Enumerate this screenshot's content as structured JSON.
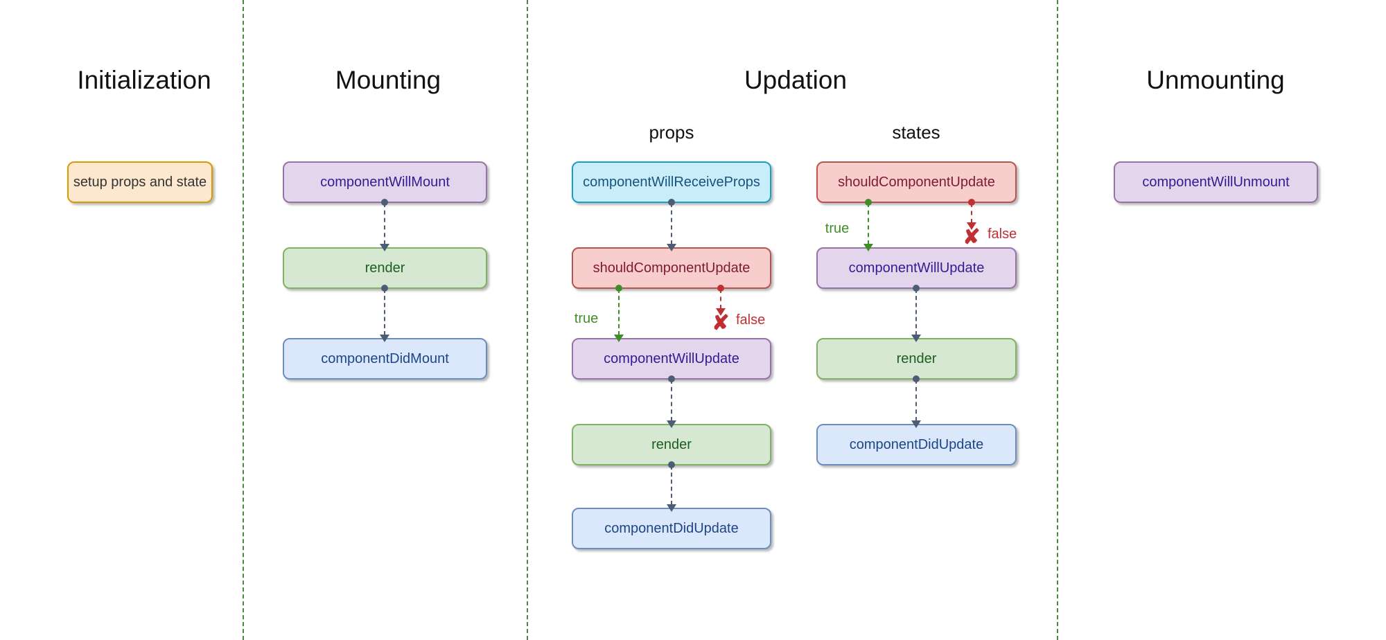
{
  "sections": {
    "initialization": {
      "title": "Initialization"
    },
    "mounting": {
      "title": "Mounting"
    },
    "updation": {
      "title": "Updation",
      "props_label": "props",
      "states_label": "states"
    },
    "unmounting": {
      "title": "Unmounting"
    }
  },
  "nodes": {
    "setup_props_and_state": "setup props and state",
    "componentWillMount": "componentWillMount",
    "render": "render",
    "componentDidMount": "componentDidMount",
    "componentWillReceiveProps": "componentWillReceiveProps",
    "shouldComponentUpdate": "shouldComponentUpdate",
    "componentWillUpdate": "componentWillUpdate",
    "componentDidUpdate": "componentDidUpdate",
    "componentWillUnmount": "componentWillUnmount"
  },
  "branch_labels": {
    "true_label": "true",
    "false_label": "false"
  },
  "icons": {
    "false_x": "✘"
  },
  "colors": {
    "background": "#ffffff",
    "divider_green": "#4a8a3f",
    "connector_slate": "#4d5d75",
    "true_green": "#3e8e28",
    "false_red": "#c12f34",
    "node_orange_fill": "#fde7cf",
    "node_orange_border": "#d79b00",
    "node_orange_text": "#333333",
    "node_purple_fill": "#e3d6ec",
    "node_purple_border": "#9673a6",
    "node_purple_text": "#311b92",
    "node_green_fill": "#d6e8d1",
    "node_green_border": "#7fb262",
    "node_green_text": "#1b5e20",
    "node_blue_fill": "#dbe8fb",
    "node_blue_border": "#6c8ebf",
    "node_blue_text": "#1c4587",
    "node_cyan_fill": "#c9edf9",
    "node_cyan_border": "#17a0c4",
    "node_cyan_text": "#16537e",
    "node_red_fill": "#f8cecc",
    "node_red_border": "#b85450",
    "node_red_text": "#7d1935"
  }
}
